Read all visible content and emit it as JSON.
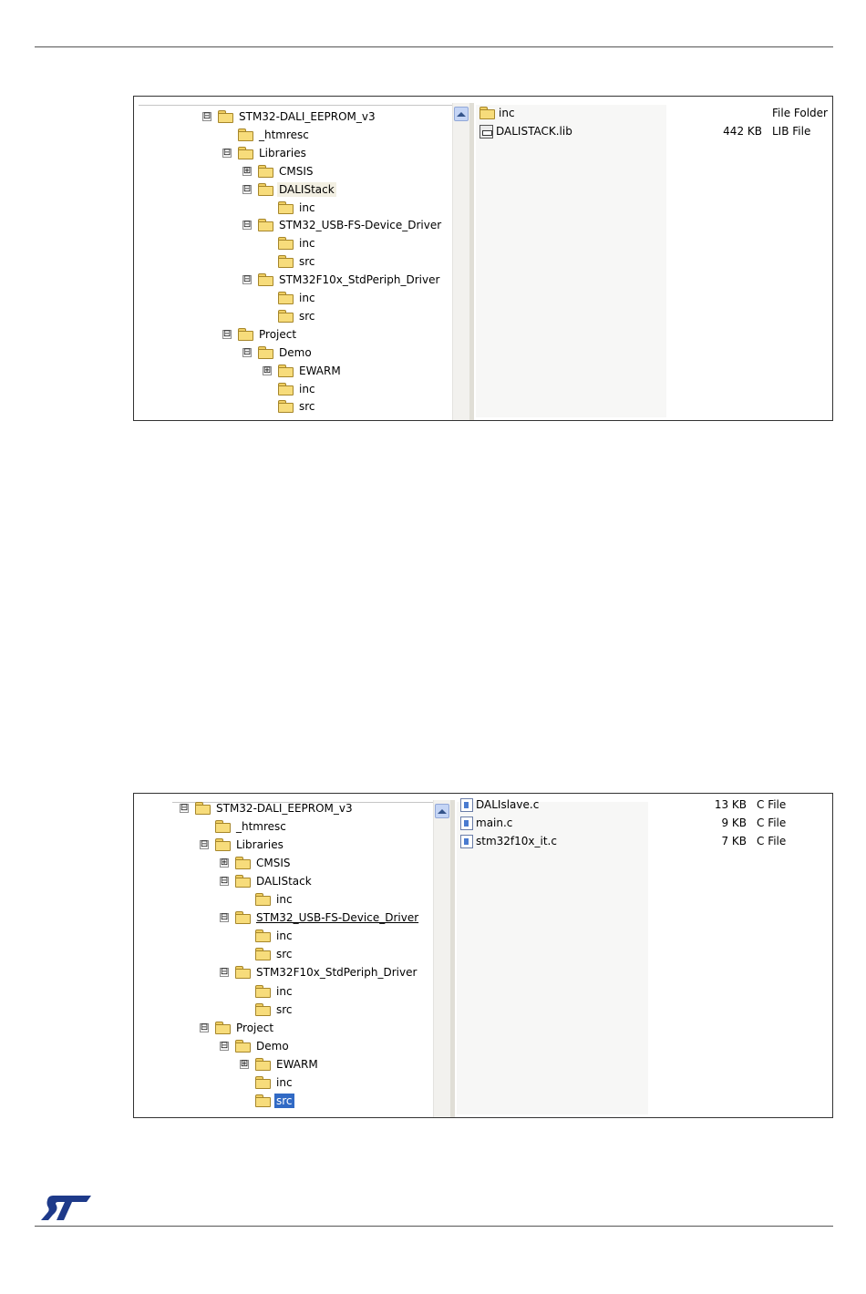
{
  "figure1": {
    "tree": [
      {
        "label": "STM32-DALI_EEPROM_v3",
        "level": 0,
        "expander": "⊟"
      },
      {
        "label": "_htmresc",
        "level": 1,
        "expander": ""
      },
      {
        "label": "Libraries",
        "level": 1,
        "expander": "⊟"
      },
      {
        "label": "CMSIS",
        "level": 2,
        "expander": "⊞"
      },
      {
        "label": "DALIStack",
        "level": 2,
        "expander": "⊟",
        "state": "highlighted"
      },
      {
        "label": "inc",
        "level": 3,
        "expander": ""
      },
      {
        "label": "STM32_USB-FS-Device_Driver",
        "level": 2,
        "expander": "⊟"
      },
      {
        "label": "inc",
        "level": 3,
        "expander": ""
      },
      {
        "label": "src",
        "level": 3,
        "expander": ""
      },
      {
        "label": "STM32F10x_StdPeriph_Driver",
        "level": 2,
        "expander": "⊟"
      },
      {
        "label": "inc",
        "level": 3,
        "expander": ""
      },
      {
        "label": "src",
        "level": 3,
        "expander": ""
      },
      {
        "label": "Project",
        "level": 1,
        "expander": "⊟"
      },
      {
        "label": "Demo",
        "level": 2,
        "expander": "⊟"
      },
      {
        "label": "EWARM",
        "level": 3,
        "expander": "⊞"
      },
      {
        "label": "inc",
        "level": 3,
        "expander": ""
      },
      {
        "label": "src",
        "level": 3,
        "expander": ""
      }
    ],
    "files": [
      {
        "icon": "folder-icon",
        "name": "inc",
        "size": "",
        "type": "File Folder"
      },
      {
        "icon": "lib-file-icon",
        "name": "DALISTACK.lib",
        "size": "442 KB",
        "type": "LIB File"
      }
    ]
  },
  "figure2": {
    "tree": [
      {
        "label": "STM32-DALI_EEPROM_v3",
        "level": 0,
        "expander": "⊟"
      },
      {
        "label": "_htmresc",
        "level": 1,
        "expander": ""
      },
      {
        "label": "Libraries",
        "level": 1,
        "expander": "⊟"
      },
      {
        "label": "CMSIS",
        "level": 2,
        "expander": "⊞"
      },
      {
        "label": "DALIStack",
        "level": 2,
        "expander": "⊟"
      },
      {
        "label": "inc",
        "level": 3,
        "expander": ""
      },
      {
        "label": "STM32_USB-FS-Device_Driver",
        "level": 2,
        "expander": "⊟",
        "state": "underlined"
      },
      {
        "label": "inc",
        "level": 3,
        "expander": ""
      },
      {
        "label": "src",
        "level": 3,
        "expander": ""
      },
      {
        "label": "STM32F10x_StdPeriph_Driver",
        "level": 2,
        "expander": "⊟"
      },
      {
        "label": "inc",
        "level": 3,
        "expander": ""
      },
      {
        "label": "src",
        "level": 3,
        "expander": ""
      },
      {
        "label": "Project",
        "level": 1,
        "expander": "⊟"
      },
      {
        "label": "Demo",
        "level": 2,
        "expander": "⊟"
      },
      {
        "label": "EWARM",
        "level": 3,
        "expander": "⊞"
      },
      {
        "label": "inc",
        "level": 3,
        "expander": ""
      },
      {
        "label": "src",
        "level": 3,
        "expander": "",
        "state": "selected"
      }
    ],
    "files": [
      {
        "icon": "c-file-icon",
        "name": "DALIslave.c",
        "size": "13 KB",
        "type": "C File"
      },
      {
        "icon": "c-file-icon",
        "name": "main.c",
        "size": "9 KB",
        "type": "C File"
      },
      {
        "icon": "c-file-icon",
        "name": "stm32f10x_it.c",
        "size": "7 KB",
        "type": "C File"
      }
    ]
  },
  "logo": {
    "name": "st-logo",
    "color": "#1e3a8a"
  }
}
